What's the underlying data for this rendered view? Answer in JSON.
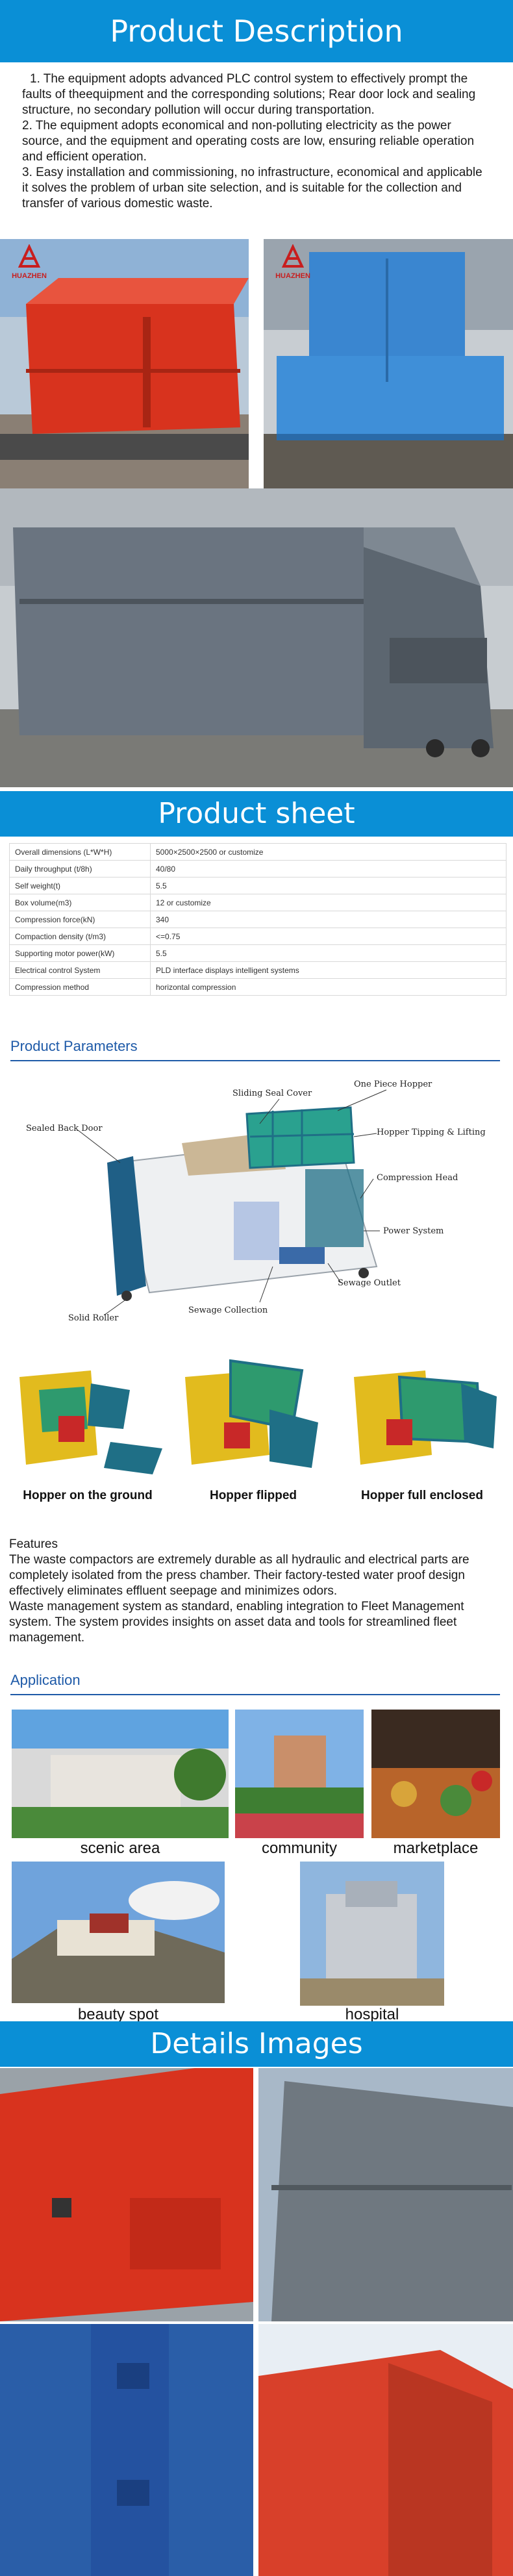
{
  "header": {
    "title": "Product Description"
  },
  "description": [
    "1. The equipment adopts advanced PLC control system to effectively prompt the faults of theequipment and the corresponding solutions; Rear door lock and sealing structure, no secondary pollution will occur during transportation.",
    "2. The equipment adopts economical and non-polluting electricity as the power source, and the equipment and operating costs are low, ensuring reliable operation and efficient operation.",
    "3. Easy installation and commissioning, no infrastructure, economical and applicable it solves the problem of urban site selection, and is suitable for the collection and transfer of various domestic waste."
  ],
  "brand": {
    "logo_text": "HUAZHEN"
  },
  "sheet": {
    "title": "Product sheet",
    "rows": [
      [
        "Overall dimensions (L*W*H)",
        "5000×2500×2500 or customize"
      ],
      [
        "Daily throughput (t/8h)",
        "40/80"
      ],
      [
        "Self weight(t)",
        "5.5"
      ],
      [
        "Box volume(m3)",
        "12 or customize"
      ],
      [
        "Compression force(kN)",
        "340"
      ],
      [
        "Compaction density (t/m3)",
        "<=0.75"
      ],
      [
        "Supporting motor power(kW)",
        "5.5"
      ],
      [
        "Electrical control System",
        "PLD interface displays intelligent systems"
      ],
      [
        "Compression method",
        "horizontal compression"
      ]
    ]
  },
  "params": {
    "title": "Product Parameters",
    "labels": {
      "sliding_seal_cover": "Sliding Seal Cover",
      "one_piece_hopper": "One Piece Hopper",
      "sealed_back_door": "Sealed Back Door",
      "hopper_tipping": "Hopper Tipping & Lifting",
      "compression_head": "Compression Head",
      "power_system": "Power System",
      "sewage_outlet": "Sewage Outlet",
      "sewage_collection": "Sewage Collection",
      "solid_roller": "Solid Roller"
    },
    "hoppers": [
      "Hopper on the ground",
      "Hopper flipped",
      "Hopper full enclosed"
    ]
  },
  "features": {
    "heading": "Features",
    "text1": "The waste compactors are extremely durable as all hydraulic and electrical parts are completely isolated from the press chamber. Their factory-tested water proof design effectively eliminates effluent seepage and minimizes odors.",
    "text2": "Waste management system as standard, enabling integration to Fleet Management system. The system provides insights on asset data and tools for streamlined fleet management."
  },
  "application": {
    "title": "Application",
    "items": [
      "scenic area",
      "community",
      "marketplace",
      "beauty spot",
      "hospital"
    ]
  },
  "details": {
    "title": "Details Images"
  },
  "colors": {
    "banner": "#0a8fd6",
    "accent": "#1e5aa8",
    "red_equipment": "#d8331e",
    "blue_equipment": "#3a86d0",
    "grey_equipment": "#6a7480"
  }
}
